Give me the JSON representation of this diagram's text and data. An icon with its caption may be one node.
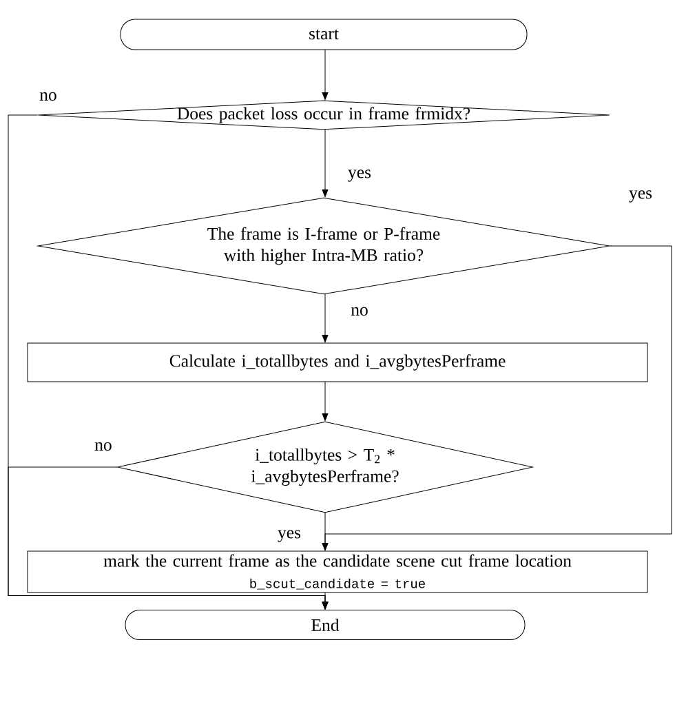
{
  "diagram": {
    "nodes": [
      {
        "text": [
          "start"
        ]
      },
      {
        "text": [
          "Does packet loss occur in frame frmidx?"
        ]
      },
      {
        "text": [
          "The frame is I-frame or P-frame with higher Intra-MB ratio?"
        ]
      },
      {
        "text": [
          "Calculate i_totallbytes and i_avgbytesPerframe"
        ]
      },
      {
        "text": [
          "i_totallbytes > T$_{2}$ * i_avgbytesPerframe?"
        ]
      },
      {
        "text": [
          "mark the current frame as the candidate scene cut frame location",
          "b_scut_candidate = true"
        ]
      },
      {
        "text": [
          "End"
        ]
      }
    ],
    "edges": [
      {
        "from": 0,
        "to": 1,
        "arrow": "to"
      },
      {
        "from": 1,
        "to": 2,
        "arrow": "to",
        "label": "yes"
      },
      {
        "from": 2,
        "to": 3,
        "arrow": "to",
        "label": "no"
      },
      {
        "from": 3,
        "to": 4,
        "arrow": "to"
      },
      {
        "from": 4,
        "to": 5,
        "arrow": "to",
        "label": "yes"
      },
      {
        "from": 5,
        "to": 6,
        "arrow": "to"
      },
      {
        "from": 2,
        "to": 5,
        "arrow": "to",
        "label": "yes"
      },
      {
        "from": 1,
        "to": 6,
        "arrow": "to",
        "label": "no"
      },
      {
        "from": 4,
        "to": 6,
        "arrow": "to",
        "label": "no"
      }
    ]
  }
}
